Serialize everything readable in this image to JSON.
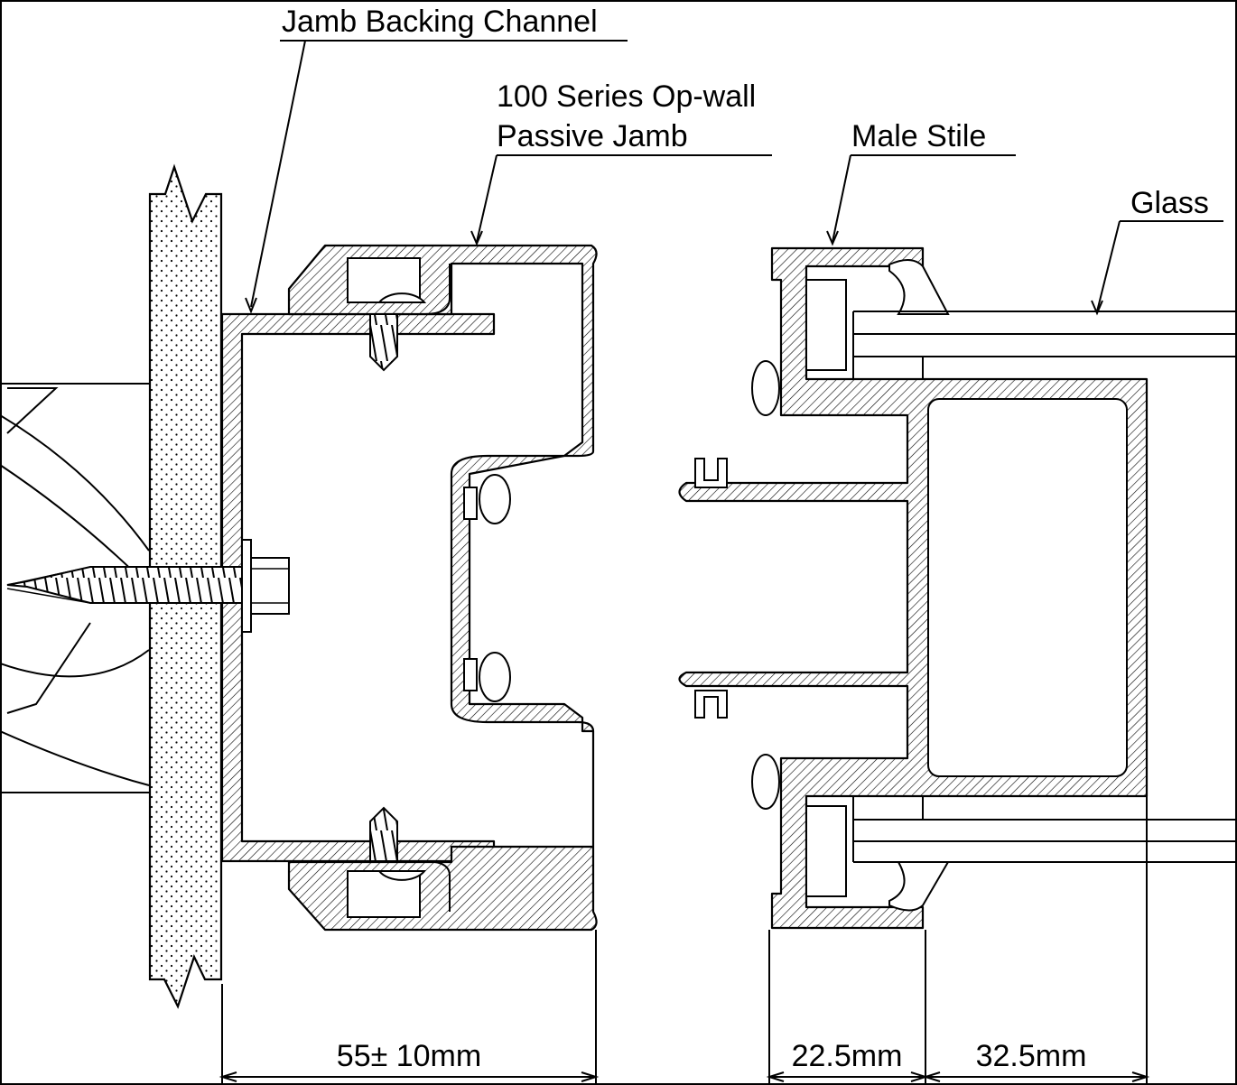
{
  "labels": {
    "jamb_backing_channel": "Jamb Backing Channel",
    "op_wall_line1": "100 Series Op-wall",
    "op_wall_line2": "Passive Jamb",
    "male_stile": "Male Stile",
    "glass": "Glass"
  },
  "dimensions": {
    "jamb_depth": "55± 10mm",
    "stile_front": "22.5mm",
    "stile_back": "32.5mm"
  },
  "colors": {
    "line": "#000000",
    "background": "#ffffff"
  }
}
